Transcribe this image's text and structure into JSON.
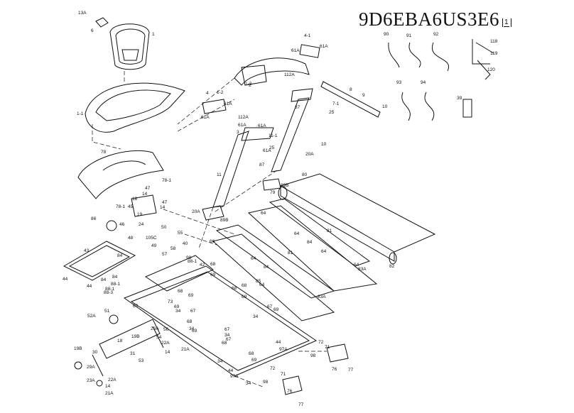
{
  "model_number": "9D6EBA6US3E6",
  "sheet_index": "1",
  "part_labels": [
    "13A",
    "1",
    "6",
    "1-1",
    "4-1",
    "61A",
    "61A",
    "112A",
    "1-3",
    "1-2",
    "2",
    "61A",
    "112A",
    "4",
    "61A",
    "7-1",
    "25",
    "37",
    "61A",
    "61A",
    "8",
    "9",
    "10",
    "3",
    "25",
    "11-1",
    "61A",
    "20A",
    "87",
    "10",
    "11",
    "89B",
    "20A",
    "89B",
    "90",
    "91",
    "92",
    "93",
    "94",
    "118",
    "119",
    "120",
    "39",
    "78",
    "78-1",
    "78-1",
    "47",
    "14",
    "18",
    "45",
    "14",
    "47",
    "86",
    "48",
    "46",
    "19",
    "50",
    "105C",
    "24",
    "49",
    "55",
    "40",
    "57",
    "58",
    "98",
    "88-1",
    "42",
    "68",
    "69",
    "43",
    "84",
    "44",
    "44",
    "84",
    "84",
    "88-1",
    "88-1",
    "88-3",
    "80",
    "79",
    "81",
    "84",
    "64",
    "64",
    "64",
    "81",
    "64",
    "84",
    "64",
    "83A",
    "83A",
    "82",
    "85",
    "66",
    "64",
    "51",
    "52A",
    "19B",
    "29A",
    "54",
    "22A",
    "14",
    "21A",
    "56",
    "34",
    "18",
    "31",
    "30",
    "29A",
    "19B",
    "53",
    "23A",
    "22A",
    "21A",
    "14",
    "68",
    "69",
    "68",
    "69",
    "67",
    "34",
    "68",
    "69",
    "67",
    "34",
    "67",
    "68",
    "69",
    "34",
    "67",
    "68",
    "69",
    "44",
    "97A",
    "98",
    "34",
    "44",
    "97A",
    "34",
    "72",
    "71",
    "72",
    "71",
    "98",
    "76",
    "77",
    "77",
    "76",
    "60",
    "73",
    "68",
    "69"
  ]
}
